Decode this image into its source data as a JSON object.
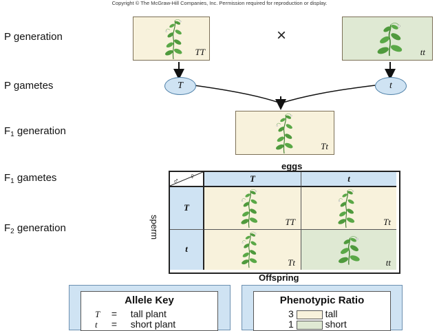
{
  "copyright": "Copyright © The McGraw-Hill Companies, Inc. Permission required for reproduction or display.",
  "rows": {
    "p_generation": {
      "main": "P generation"
    },
    "p_gametes": {
      "main": "P gametes"
    },
    "f1_generation": {
      "prefix": "F",
      "sub": "1",
      "suffix": " generation"
    },
    "f1_gametes": {
      "prefix": "F",
      "sub": "1",
      "suffix": " gametes"
    },
    "f2_generation": {
      "prefix": "F",
      "sub": "2",
      "suffix": " generation"
    }
  },
  "parents": {
    "left_genotype": "TT",
    "right_genotype": "tt",
    "cross_symbol": "×"
  },
  "p_gametes": {
    "left": "T",
    "right": "t"
  },
  "f1": {
    "genotype": "Tt"
  },
  "punnett": {
    "eggs_label": "eggs",
    "sperm_label": "sperm",
    "corner_male": "♂",
    "corner_female": "♀",
    "egg_alleles": [
      "T",
      "t"
    ],
    "sperm_alleles": [
      "T",
      "t"
    ],
    "cells": [
      [
        "TT",
        "Tt"
      ],
      [
        "Tt",
        "tt"
      ]
    ],
    "offspring_label": "Offspring"
  },
  "allele_key": {
    "title": "Allele Key",
    "rows": [
      {
        "symbol": "T",
        "eq": "=",
        "desc": "tall plant"
      },
      {
        "symbol": "t",
        "eq": "=",
        "desc": "short plant"
      }
    ]
  },
  "phenotypic_ratio": {
    "title": "Phenotypic Ratio",
    "rows": [
      {
        "count": "3",
        "label": "tall",
        "color": "#f8f2dc"
      },
      {
        "count": "1",
        "label": "short",
        "color": "#dfe9d3"
      }
    ]
  },
  "colors": {
    "tall_bg": "#f8f2dc",
    "short_bg": "#dfe9d3",
    "blue": "#cfe3f3",
    "leaf": "#4f9a3d"
  }
}
